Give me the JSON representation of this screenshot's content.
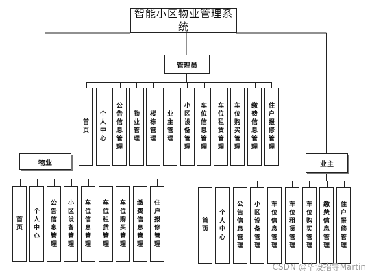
{
  "title": "智能小区物业管理系统",
  "watermark": "CSDN @毕设指导Martin",
  "roles": {
    "admin": {
      "label": "管理员",
      "items": [
        "首页",
        "个人中心",
        "公告信息管理",
        "物业管理",
        "楼栋管理",
        "业主管理",
        "小区设备管理",
        "车位信息管理",
        "车位租赁管理",
        "车位购买管理",
        "缴费信息管理",
        "住户报修管理"
      ]
    },
    "property": {
      "label": "物业",
      "items": [
        "首页",
        "个人中心",
        "公告信息管理",
        "小区设备管理",
        "车位信息管理",
        "车位租赁管理",
        "车位购买管理",
        "缴费信息管理",
        "住户报修管理"
      ]
    },
    "owner": {
      "label": "业主",
      "items": [
        "首页",
        "个人中心",
        "公告信息管理",
        "小区设备管理",
        "车位信息管理",
        "车位租赁管理",
        "车位购买管理",
        "缴费信息管理",
        "住户报修管理"
      ]
    }
  }
}
